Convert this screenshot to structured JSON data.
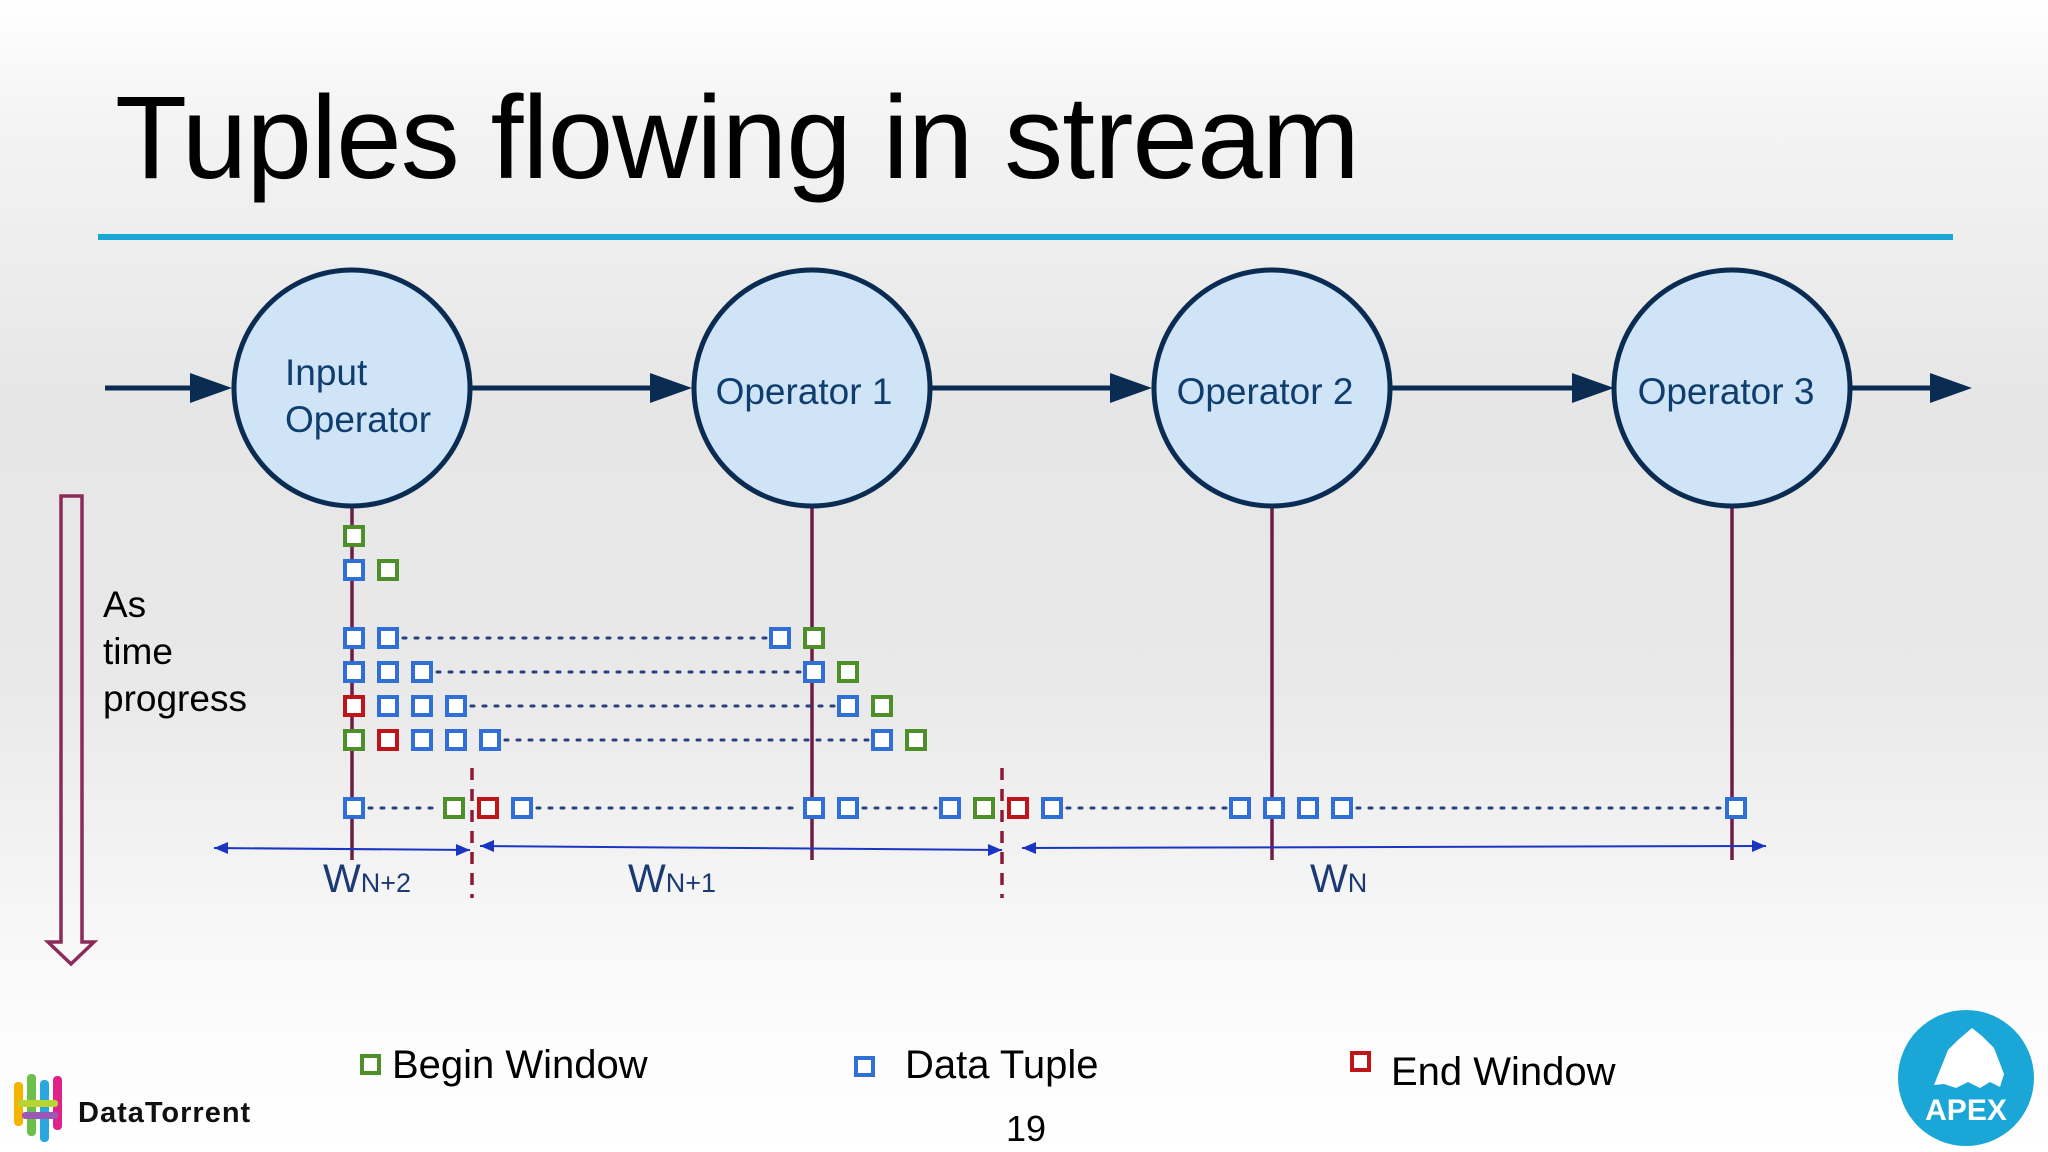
{
  "title": "Tuples flowing in stream",
  "operators": [
    {
      "line1": "Input",
      "line2": "Operator"
    },
    {
      "line1": "Operator 1"
    },
    {
      "line1": "Operator 2"
    },
    {
      "line1": "Operator 3"
    }
  ],
  "time_label": [
    "As",
    "time",
    "progress"
  ],
  "windows": [
    {
      "base": "W",
      "sub": "N+2"
    },
    {
      "base": "W",
      "sub": "N+1"
    },
    {
      "base": "W",
      "sub": "N"
    }
  ],
  "legend": {
    "begin": "Begin Window",
    "data": "Data Tuple",
    "end": "End Window"
  },
  "page_number": "19",
  "logo": {
    "company": "DataTorrent",
    "product": "APEX"
  },
  "colors": {
    "begin": "#4f8f2a",
    "data": "#2f6fd6",
    "end": "#c0141b",
    "node_fill": "#cfe4f7",
    "node_stroke": "#0b2c52",
    "accent": "#1aa7d8",
    "stream_line": "#6e1c45"
  },
  "rows": [
    [
      "B"
    ],
    [
      "D",
      "B"
    ],
    [
      "D",
      "D",
      "...",
      "D",
      "B"
    ],
    [
      "D",
      "D",
      "D",
      "...",
      "D",
      "B"
    ],
    [
      "E",
      "D",
      "D",
      "D",
      "...",
      "D",
      "B"
    ],
    [
      "B",
      "E",
      "D",
      "D",
      "D",
      "...",
      "D",
      "B"
    ],
    [
      "D",
      "...",
      "B",
      "E",
      "D",
      "...",
      "D",
      "D",
      "...",
      "D",
      "B",
      "E",
      "D",
      "...",
      "D",
      "D",
      "D",
      "D",
      "...",
      "D"
    ]
  ]
}
